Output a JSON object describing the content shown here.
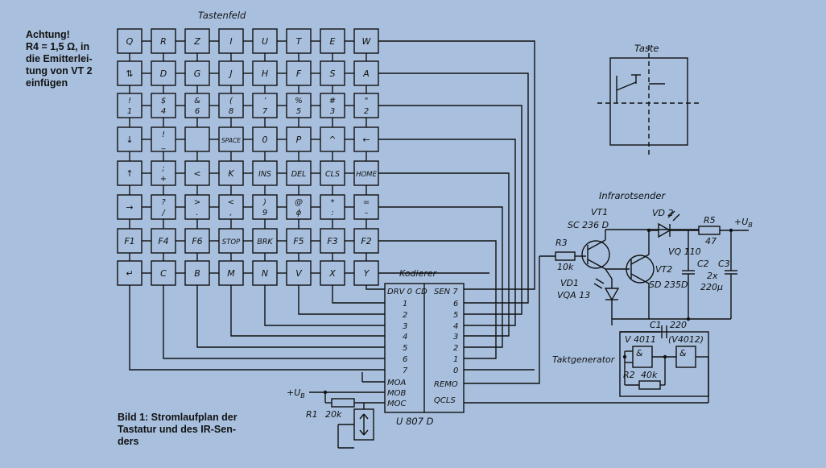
{
  "note": {
    "lines": [
      "Achtung!",
      "R4 = 1,5 Ω, in",
      "die Emitterlei-",
      "tung von VT 2",
      "einfügen"
    ]
  },
  "caption": {
    "lines": [
      "Bild 1: Stromlaufplan der",
      "Tastatur und des IR-Sen-",
      "ders"
    ]
  },
  "keypad": {
    "title": "Tastenfeld",
    "rows": [
      [
        [
          "Q",
          ""
        ],
        [
          "R",
          ""
        ],
        [
          "Z",
          ""
        ],
        [
          "I",
          ""
        ],
        [
          "U",
          ""
        ],
        [
          "T",
          ""
        ],
        [
          "E",
          ""
        ],
        [
          "W",
          ""
        ]
      ],
      [
        [
          "⇅",
          ""
        ],
        [
          "D",
          ""
        ],
        [
          "G",
          ""
        ],
        [
          "J",
          ""
        ],
        [
          "H",
          ""
        ],
        [
          "F",
          ""
        ],
        [
          "S",
          ""
        ],
        [
          "A",
          ""
        ]
      ],
      [
        [
          "!",
          "1"
        ],
        [
          "$",
          "4"
        ],
        [
          "&",
          "6"
        ],
        [
          "(",
          "8"
        ],
        [
          "’",
          "7"
        ],
        [
          "%",
          "5"
        ],
        [
          "#",
          "3"
        ],
        [
          "\"",
          "2"
        ]
      ],
      [
        [
          "↓",
          ""
        ],
        [
          "!",
          "_"
        ],
        [
          "",
          ""
        ],
        [
          "SPACE",
          ""
        ],
        [
          "0",
          ""
        ],
        [
          "P",
          ""
        ],
        [
          "^",
          ""
        ],
        [
          "←",
          ""
        ]
      ],
      [
        [
          "↑",
          ""
        ],
        [
          ";",
          "+"
        ],
        [
          "<",
          ""
        ],
        [
          "K",
          ""
        ],
        [
          "INS",
          ""
        ],
        [
          "DEL",
          ""
        ],
        [
          "CLS",
          ""
        ],
        [
          "HOME",
          ""
        ]
      ],
      [
        [
          "→",
          ""
        ],
        [
          "?",
          "/"
        ],
        [
          ">",
          "."
        ],
        [
          "<",
          ","
        ],
        [
          ")",
          "9"
        ],
        [
          "@",
          "ϕ"
        ],
        [
          "*",
          ":"
        ],
        [
          "=",
          "–"
        ]
      ],
      [
        [
          "F1",
          ""
        ],
        [
          "F4",
          ""
        ],
        [
          "F6",
          ""
        ],
        [
          "STOP",
          ""
        ],
        [
          "BRK",
          ""
        ],
        [
          "F5",
          ""
        ],
        [
          "F3",
          ""
        ],
        [
          "F2",
          ""
        ]
      ],
      [
        [
          "↵",
          ""
        ],
        [
          "C",
          ""
        ],
        [
          "B",
          ""
        ],
        [
          "M",
          ""
        ],
        [
          "N",
          ""
        ],
        [
          "V",
          ""
        ],
        [
          "X",
          ""
        ],
        [
          "Y",
          ""
        ]
      ]
    ]
  },
  "taste": {
    "title": "Taste"
  },
  "encoder": {
    "title": "Kodierer",
    "type": "U 807 D",
    "header_left": "DRV 0",
    "header_mid": "CD",
    "header_right": "SEN 7",
    "drv": [
      "1",
      "2",
      "3",
      "4",
      "5",
      "6",
      "7"
    ],
    "sen": [
      "6",
      "5",
      "4",
      "3",
      "2",
      "1",
      "0"
    ],
    "mo": [
      "MOA",
      "MOB",
      "MOC"
    ],
    "remo": "REMO",
    "qcls": "QCLS"
  },
  "ir_sender": {
    "title": "Infrarotsender",
    "vt1": "VT1",
    "vt1_type": "SC 236 D",
    "vt2": "VT2",
    "vt2_type": "SD 235D",
    "vd1": "VD1",
    "vd1_type": "VQA 13",
    "vd2": "VD 2",
    "vd2_type": "VQ 110",
    "r3": "R3",
    "r3_val": "10k",
    "r5": "R5",
    "r5_val": "47",
    "c2": "C2",
    "c3": "C3",
    "cap_val": "2x",
    "cap_val2": "220µ",
    "supply": "+U",
    "supply_sub": "B"
  },
  "clock": {
    "title": "Taktgenerator",
    "c1": "C1",
    "c1_val": "220",
    "v4011": "V 4011",
    "v4012": "(V4012)",
    "r2": "R2",
    "r2_val": "40k",
    "gate": "&"
  },
  "supply_left": {
    "label": "+U",
    "sub": "B",
    "r1": "R1",
    "r1_val": "20k"
  },
  "colors": {
    "background": "#a8c0de",
    "ink": "#111111"
  }
}
